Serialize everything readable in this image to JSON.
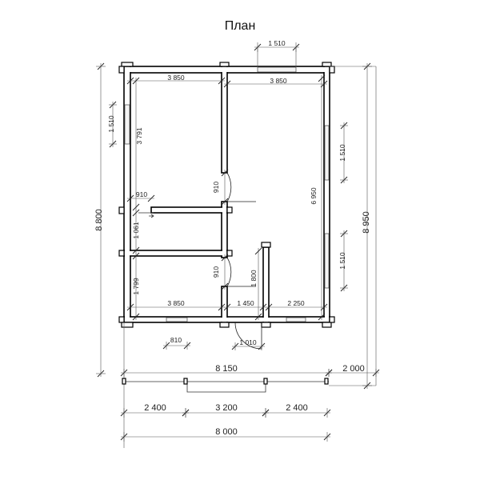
{
  "title": "План",
  "dimensions": {
    "top_window": "1 510",
    "room_top_left_width": "3 850",
    "room_top_right_width": "3 850",
    "left_window": "1 510",
    "left_room_height": "3 791",
    "door_top_left": "910",
    "corridor_opening": "910",
    "corridor_height": "1 061",
    "bottom_left_room_height": "1 799",
    "door_bottom_left": "910",
    "bottom_left_room_width": "3 850",
    "vestibule_width": "1 450",
    "bottom_right_width": "2 250",
    "partition_height": "1 800",
    "right_room_height": "6 950",
    "right_window_upper": "1 510",
    "right_window_lower": "1 510",
    "bottom_window": "810",
    "entrance_door": "1 010",
    "overall_height_left": "8 800",
    "overall_height_right": "8 950",
    "overall_width_house": "8 150",
    "terrace_depth": "2 000",
    "foundation_left": "2 400",
    "foundation_middle": "3 200",
    "foundation_right": "2 400",
    "foundation_total": "8 000"
  }
}
